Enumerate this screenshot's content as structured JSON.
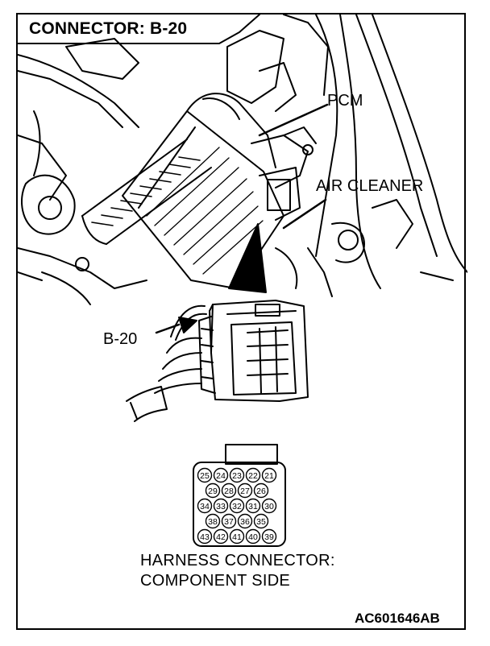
{
  "title": "CONNECTOR: B-20",
  "callouts": {
    "pcm": "PCM",
    "air_cleaner": "AIR CLEANER",
    "connector_ref": "B-20"
  },
  "harness": {
    "caption_line1": "HARNESS CONNECTOR:",
    "caption_line2": "COMPONENT SIDE",
    "pin_rows": [
      [
        "25",
        "24",
        "23",
        "22",
        "21"
      ],
      [
        "29",
        "28",
        "27",
        "26"
      ],
      [
        "34",
        "33",
        "32",
        "31",
        "30"
      ],
      [
        "38",
        "37",
        "36",
        "35"
      ],
      [
        "43",
        "42",
        "41",
        "40",
        "39"
      ]
    ]
  },
  "figure_code": "AC601646AB"
}
